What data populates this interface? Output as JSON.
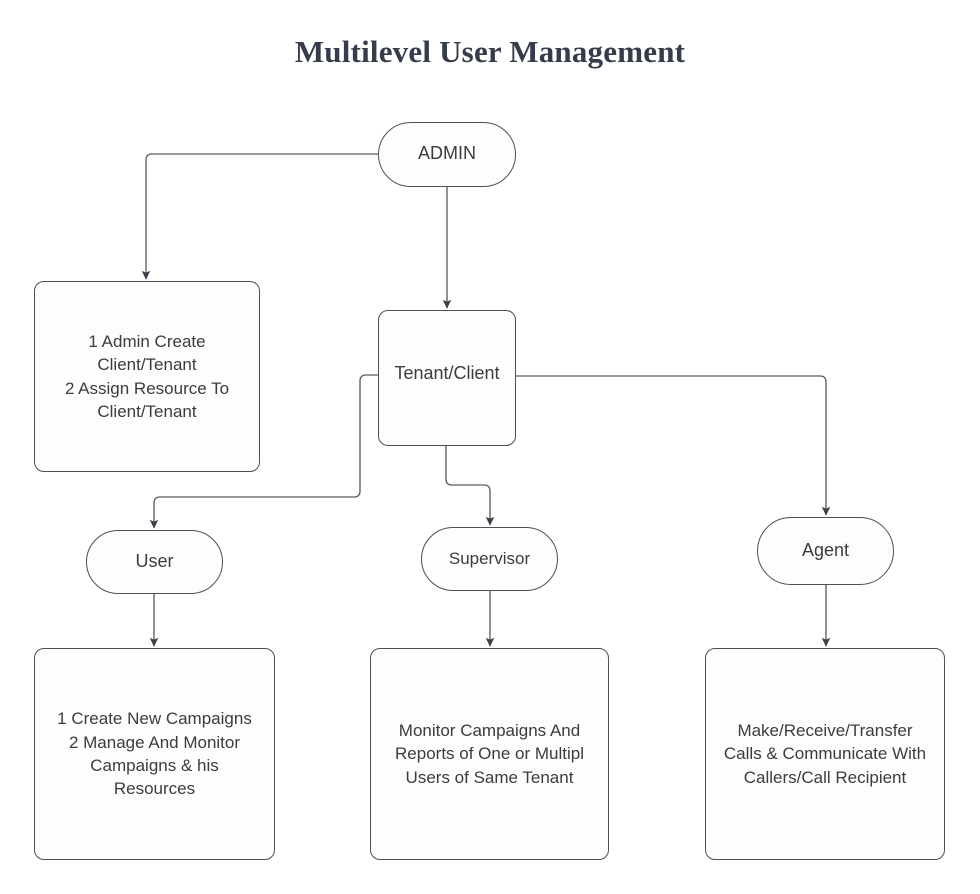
{
  "diagram": {
    "title": "Multilevel User Management",
    "title_color": "#363c4c",
    "stroke_color": "#4c4f57",
    "edge_color": "#5a5d66",
    "node_fill": "#fdfdfd",
    "text_color": "#3c3c3c",
    "background": "#ffffff",
    "nodes": {
      "admin": {
        "label": "ADMIN",
        "shape": "rounded"
      },
      "admin_tasks": {
        "label": "1 Admin Create\nClient/Tenant\n2  Assign Resource To\nClient/Tenant",
        "shape": "box"
      },
      "tenant": {
        "label": "Tenant/Client",
        "shape": "box"
      },
      "user": {
        "label": "User",
        "shape": "rounded"
      },
      "supervisor": {
        "label": "Supervisor",
        "shape": "rounded"
      },
      "agent": {
        "label": "Agent",
        "shape": "rounded"
      },
      "user_desc": {
        "label": "1 Create New Campaigns\n2 Manage And Monitor\nCampaigns & his\nResources",
        "shape": "box"
      },
      "supervisor_desc": {
        "label": "Monitor Campaigns And\nReports of One or Multipl\nUsers of Same Tenant",
        "shape": "box"
      },
      "agent_desc": {
        "label": "Make/Receive/Transfer\nCalls & Communicate With\nCallers/Call Recipient",
        "shape": "box"
      }
    },
    "edges": [
      {
        "name": "admin-to-admin-tasks",
        "from": "admin",
        "to": "admin_tasks"
      },
      {
        "name": "admin-to-tenant",
        "from": "admin",
        "to": "tenant"
      },
      {
        "name": "tenant-to-user",
        "from": "tenant",
        "to": "user"
      },
      {
        "name": "tenant-to-supervisor",
        "from": "tenant",
        "to": "supervisor"
      },
      {
        "name": "tenant-to-agent",
        "from": "tenant",
        "to": "agent"
      },
      {
        "name": "user-to-user-desc",
        "from": "user",
        "to": "user_desc"
      },
      {
        "name": "supervisor-to-supervisor-desc",
        "from": "supervisor",
        "to": "supervisor_desc"
      },
      {
        "name": "agent-to-agent-desc",
        "from": "agent",
        "to": "agent_desc"
      }
    ]
  }
}
